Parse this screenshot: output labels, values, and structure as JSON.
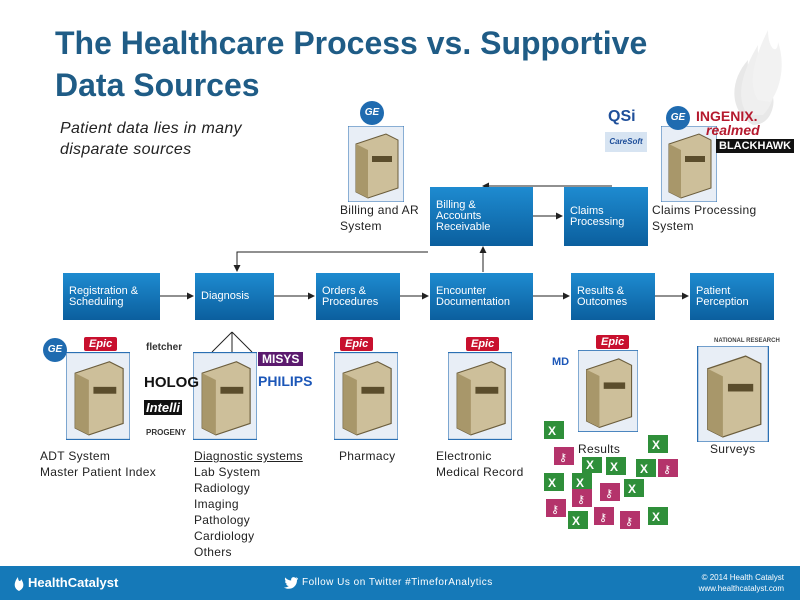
{
  "title_line1": "The Healthcare Process vs. Supportive",
  "title_line2": "Data Sources",
  "subtitle_line1": "Patient data lies in many",
  "subtitle_line2": "disparate sources",
  "process": {
    "registration": "Registration &\nScheduling",
    "diagnosis": "Diagnosis",
    "orders": "Orders &\nProcedures",
    "encounter": "Encounter\nDocumentation",
    "results": "Results &\nOutcomes",
    "perception": "Patient\nPerception",
    "billing": "Billing &\nAccounts\nReceivable",
    "claims": "Claims\nProcessing"
  },
  "sources": {
    "billing": "Billing and AR\nSystem",
    "claims": "Claims Processing\nSystem",
    "adt": "ADT System\nMaster Patient Index",
    "diagnostic_title": "Diagnostic systems",
    "diagnostic_list": "Lab System\nRadiology\nImaging\nPathology\nCardiology\nOthers",
    "pharmacy": "Pharmacy",
    "emr": "Electronic\nMedical Record",
    "results": "Results",
    "surveys": "Surveys"
  },
  "logos": {
    "ge": "GE",
    "epic": "Epic",
    "qsi": "QSi",
    "ingenix": "INGENIX.",
    "realmed": "realmed",
    "blackhawk": "BLACKHAWK",
    "caresoft": "CareSoft",
    "fletcher": "fletcher",
    "hologic": "HOLOG",
    "intelli": "Intelli",
    "progeny": "PROGENY",
    "misys": "MISYS",
    "philips": "PHILIPS",
    "mediware": "MD",
    "national_research": "NATIONAL RESEARCH"
  },
  "footer": {
    "brand": "HealthCatalyst",
    "twitter": "Follow Us on Twitter #TimeforAnalytics",
    "copyright": "© 2014 Health Catalyst",
    "website": "www.healthcatalyst.com"
  },
  "colors": {
    "title": "#1f5c86",
    "box": "#0e70b5",
    "footer": "#1579b8"
  }
}
